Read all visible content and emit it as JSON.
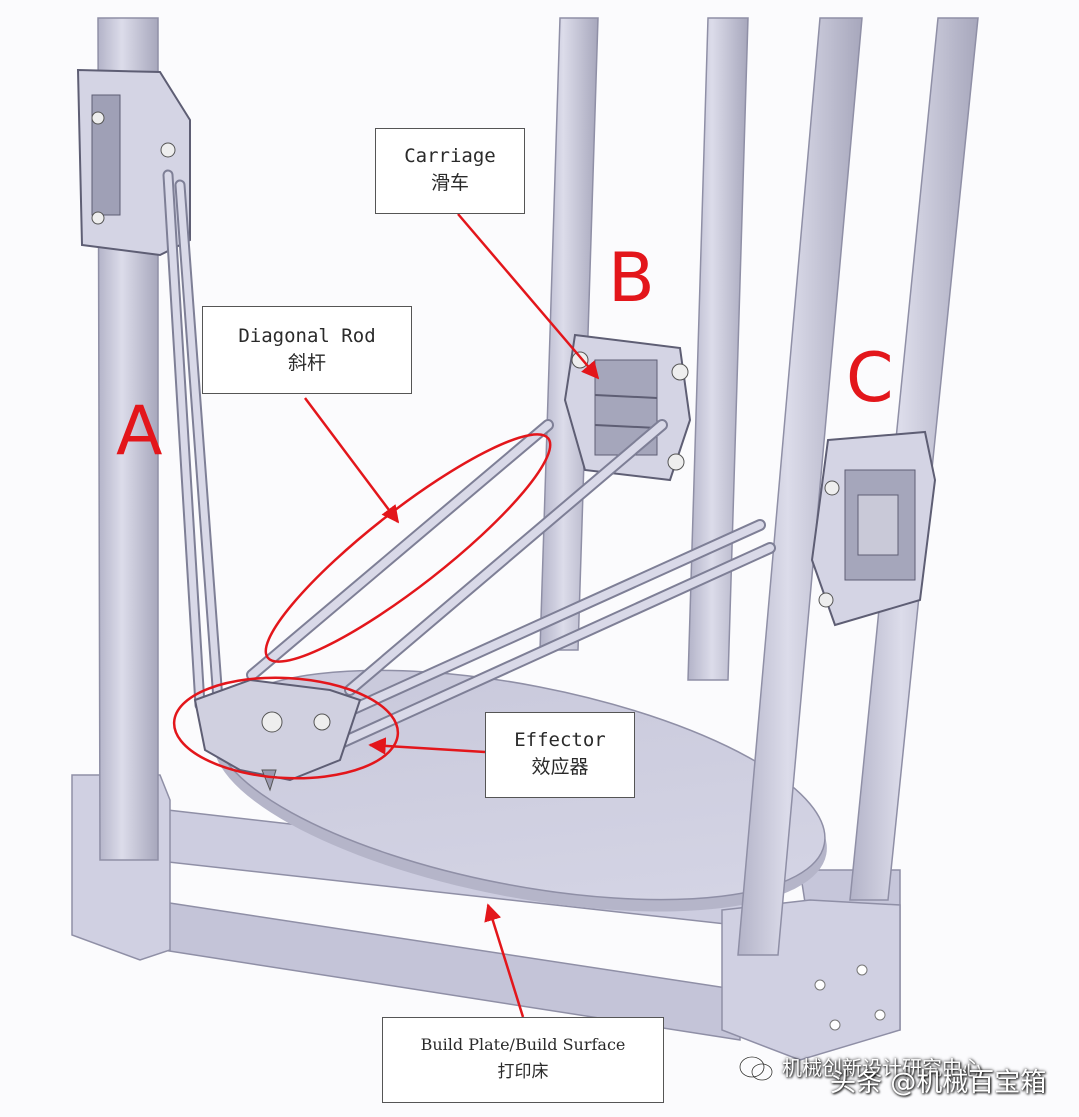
{
  "labels": {
    "letter_a": "A",
    "letter_b": "B",
    "letter_c": "C"
  },
  "callouts": {
    "carriage": {
      "en": "Carriage",
      "zh": "滑车"
    },
    "diagonal_rod": {
      "en": "Diagonal Rod",
      "zh": "斜杆"
    },
    "effector": {
      "en": "Effector",
      "zh": "效应器"
    },
    "build_plate": {
      "en": "Build Plate/Build Surface",
      "zh": "打印床"
    }
  },
  "watermark": {
    "line1": "机械创新设计研究中心",
    "line2": "头条 @机械百宝箱"
  },
  "colors": {
    "annotation": "#e3161b",
    "frame": "#c9c9dc",
    "frame_shade": "#a9a9bd",
    "plate": "#cfcfe0"
  }
}
